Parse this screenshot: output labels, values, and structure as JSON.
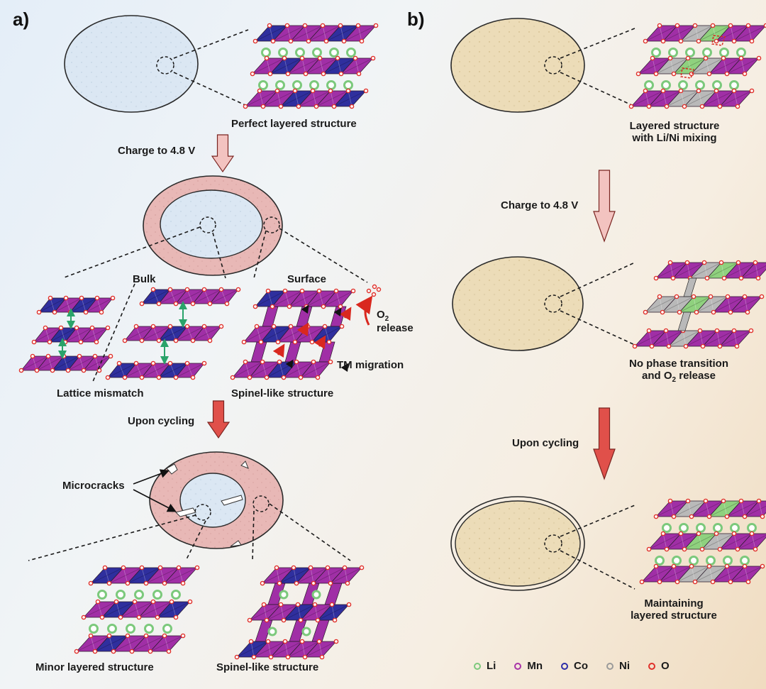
{
  "panels": {
    "a": {
      "tag": "a)",
      "labels": {
        "perfect": "Perfect layered structure",
        "charge": "Charge to 4.8 V",
        "bulk": "Bulk",
        "surface": "Surface",
        "o2_release_pre": "O",
        "o2_release_sub": "2",
        "o2_release_post": "release",
        "tm_migration": "TM migration",
        "lattice_mismatch": "Lattice mismatch",
        "spinel_like_mid": "Spinel-like structure",
        "upon_cycling": "Upon cycling",
        "microcracks": "Microcracks",
        "minor_layered": "Minor layered structure",
        "spinel_like_bottom": "Spinel-like structure"
      }
    },
    "b": {
      "tag": "b)",
      "labels": {
        "layered_mixing_1": "Layered structure",
        "layered_mixing_2": "with Li/Ni mixing",
        "charge": "Charge to 4.8 V",
        "no_phase_1": "No phase transition",
        "no_phase_2_pre": "and O",
        "no_phase_2_sub": "2",
        "no_phase_2_post": " release",
        "upon_cycling": "Upon cycling",
        "maintaining_1": "Maintaining",
        "maintaining_2": "layered structure"
      }
    }
  },
  "legend": [
    {
      "label": "Li",
      "color": "#7cc97c",
      "style": "ring"
    },
    {
      "label": "Mn",
      "color": "#a833a8",
      "style": "ring"
    },
    {
      "label": "Co",
      "color": "#2c2ca8",
      "style": "ring"
    },
    {
      "label": "Ni",
      "color": "#9a9a9a",
      "style": "ring"
    },
    {
      "label": "O",
      "color": "#e0302a",
      "style": "ring"
    }
  ],
  "colors": {
    "mn": "#a02fa6",
    "co": "#2f2f9e",
    "ni": "#b9b9b9",
    "li": "#7cc97c",
    "oxygen": "#e0302a",
    "particle_blue": "#dbe7f3",
    "particle_pink": "#e8b8b6",
    "particle_beige": "#ecdcb8",
    "arrow_light": "#f3c3c0",
    "arrow_dark": "#e0504a"
  }
}
